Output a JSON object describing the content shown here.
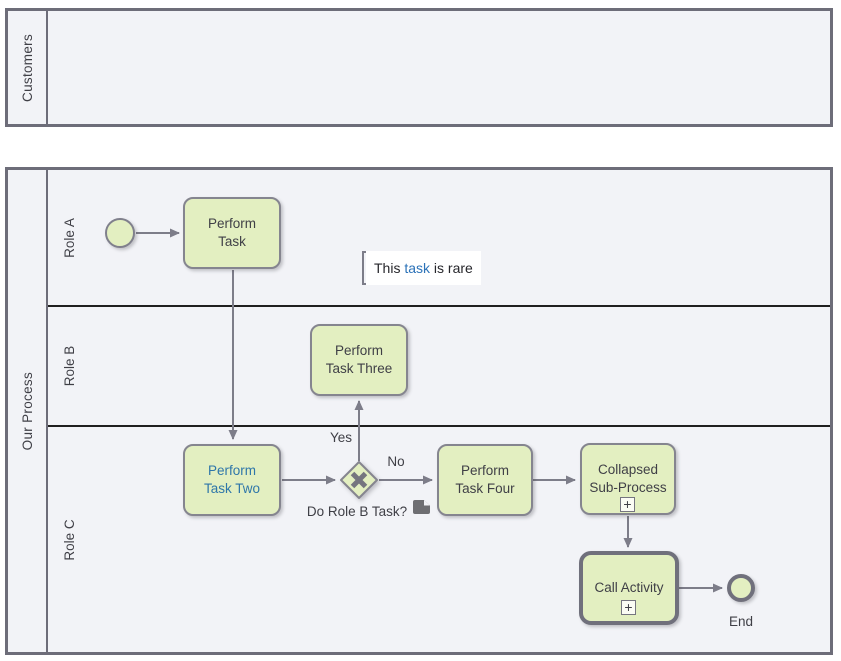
{
  "colors": {
    "task_fill": "#e3efc1",
    "shape_border": "#85858f",
    "thick_border": "#70707c",
    "pool_border": "#6d6d79",
    "lane_divider": "#1f1f1f",
    "connector": "#7d7d89",
    "text": "#3f3f46",
    "task_two_link_blue": "#2e76a9",
    "annotation_link_blue": "#2b72b8",
    "pool_background": "#f2f3f7",
    "canvas_background": "#ffffff"
  },
  "pools": {
    "customers": {
      "label": "Customers"
    },
    "our_process": {
      "label": "Our Process",
      "lanes": [
        {
          "label": "Role A"
        },
        {
          "label": "Role B"
        },
        {
          "label": "Role C"
        }
      ]
    }
  },
  "nodes": {
    "perform_task": {
      "label": "Perform\nTask"
    },
    "perform_task_two": {
      "label": "Perform\nTask Two"
    },
    "perform_task_three": {
      "label": "Perform\nTask Three"
    },
    "perform_task_four": {
      "label": "Perform\nTask Four"
    },
    "collapsed_subprocess": {
      "label": "Collapsed\nSub-Process"
    },
    "call_activity": {
      "label": "Call Activity"
    },
    "end_event": {
      "label": "End"
    },
    "gateway": {
      "label": "Do Role B Task?"
    }
  },
  "edges": {
    "yes_label": "Yes",
    "no_label": "No"
  },
  "annotation": {
    "text_before": "This ",
    "link_text": "task",
    "text_after": " is rare"
  },
  "icons": {
    "subprocess_marker": "+",
    "call_activity_marker": "+"
  }
}
